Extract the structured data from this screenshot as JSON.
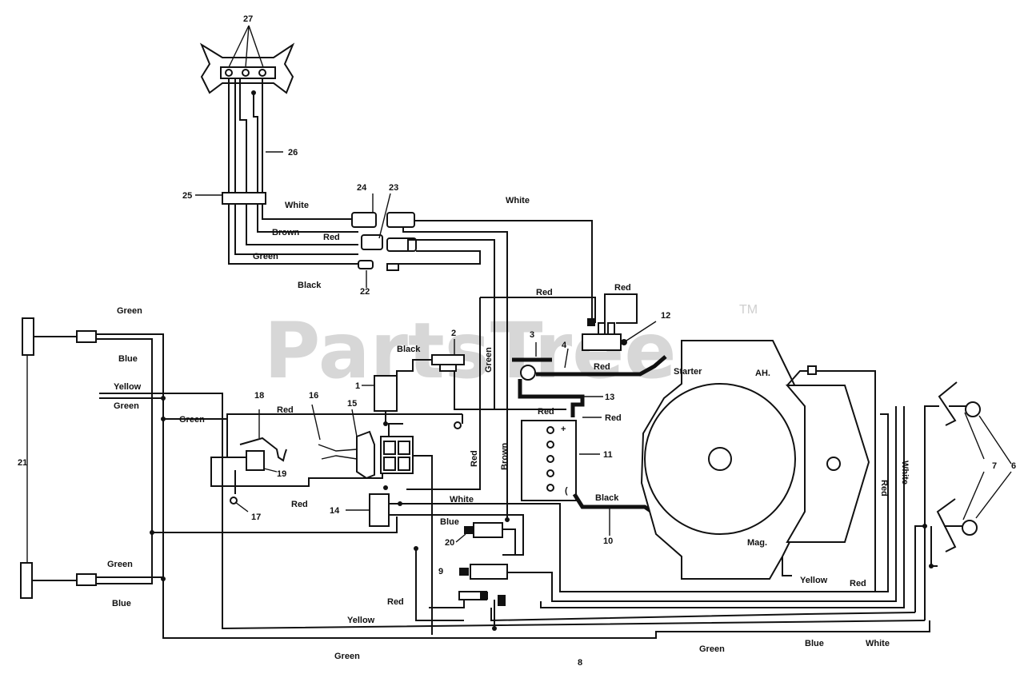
{
  "watermark": {
    "text": "PartsTree",
    "trademark": "TM"
  },
  "wire_labels": {
    "white_top": "White",
    "brown_top": "Brown",
    "red_top": "Red",
    "green_top": "Green",
    "black_top": "Black",
    "white_right_top": "White",
    "red_upper_mid": "Red",
    "red_switch": "Red",
    "black_center": "Black",
    "green_vertical": "Green",
    "red_vertical": "Red",
    "brown_vertical": "Brown",
    "red_engine": "Red",
    "red_13": "Red",
    "red_11": "Red",
    "black_10": "Black",
    "white_mid": "White",
    "blue_mid": "Blue",
    "green_left_top": "Green",
    "blue_left_top": "Blue",
    "yellow_left": "Yellow",
    "green_left_mid": "Green",
    "green_left_branch": "Green",
    "red_left_branch": "Red",
    "red_lower_left": "Red",
    "green_left_bottom": "Green",
    "blue_left_bottom": "Blue",
    "red_bottom_center": "Red",
    "yellow_bottom_center": "Yellow",
    "green_bottom": "Green",
    "green_bottom_right": "Green",
    "blue_bottom_right": "Blue",
    "white_bottom_right": "White",
    "yellow_right": "Yellow",
    "red_right": "Red",
    "red_right_vertical": "Red",
    "white_right_vertical": "White"
  },
  "engine_labels": {
    "starter": "Starter",
    "ah": "AH.",
    "mag": "Mag."
  },
  "callouts": {
    "n1": "1",
    "n2": "2",
    "n3": "3",
    "n4": "4",
    "n6": "6",
    "n7": "7",
    "n8": "8",
    "n9": "9",
    "n10": "10",
    "n11": "11",
    "n12": "12",
    "n13": "13",
    "n14": "14",
    "n15": "15",
    "n16": "16",
    "n17": "17",
    "n18": "18",
    "n19": "19",
    "n20": "20",
    "n21": "21",
    "n22": "22",
    "n23": "23",
    "n24": "24",
    "n25": "25",
    "n26": "26",
    "n27": "27"
  }
}
